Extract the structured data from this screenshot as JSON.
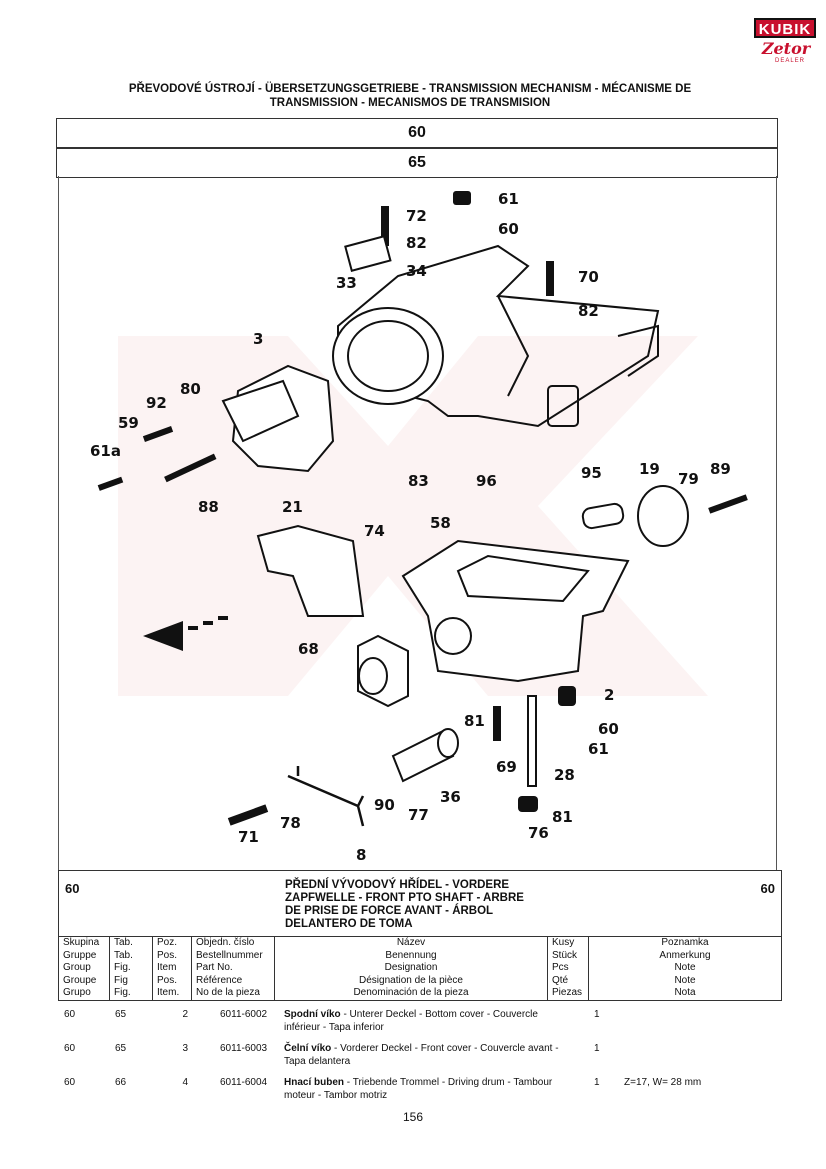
{
  "logo": {
    "brand": "KUBIK",
    "sub": "Zetor",
    "dealer": "DEALER"
  },
  "title_lines": [
    "PŘEVODOVÉ ÚSTROJÍ - ÜBERSETZUNGSGETRIEBE - TRANSMISSION MECHANISM - MÉCANISME DE",
    "TRANSMISSION - MECANISMOS DE TRANSMISION"
  ],
  "group_box": "60",
  "fig_box": "65",
  "diagram_labels": {
    "l72": "72",
    "l82a": "82",
    "l34": "34",
    "l33": "33",
    "l61a": "61",
    "l60a": "60",
    "l70": "70",
    "l82b": "82",
    "l3": "3",
    "l80": "80",
    "l92": "92",
    "l59": "59",
    "l61a2": "61a",
    "l88": "88",
    "l83": "83",
    "l96": "96",
    "l95": "95",
    "l19": "19",
    "l79": "79",
    "l89": "89",
    "l21": "21",
    "l74": "74",
    "l58": "58",
    "l68": "68",
    "l2": "2",
    "l81a": "81",
    "l69": "69",
    "l60b": "60",
    "l61b": "61",
    "l28": "28",
    "l90": "90",
    "l77": "77",
    "l36": "36",
    "l81b": "81",
    "l76": "76",
    "l71": "71",
    "l78": "78",
    "l8": "8"
  },
  "desc": {
    "group_left": "60",
    "group_right": "60",
    "lines": [
      "PŘEDNÍ VÝVODOVÝ HŘÍDEL - VORDERE",
      "ZAPFWELLE - FRONT PTO SHAFT - ARBRE",
      "DE PRISE DE FORCE AVANT - ÁRBOL",
      "DELANTERO DE TOMA"
    ]
  },
  "header": {
    "col1": [
      "Skupina",
      "Gruppe",
      "Group",
      "Groupe",
      "Grupo"
    ],
    "col2": [
      "Tab.",
      "Tab.",
      "Fig.",
      "Fig",
      "Fig."
    ],
    "col3": [
      "Poz.",
      "Pos.",
      "Item",
      "Pos.",
      "Item."
    ],
    "col4": [
      "Objedn. číslo",
      "Bestellnummer",
      "Part No.",
      "Référence",
      "No de la pieza"
    ],
    "col5": [
      "Název",
      "Benennung",
      "Designation",
      "Désignation de la pièce",
      "Denominación de la pieza"
    ],
    "col6": [
      "Kusy",
      "Stück",
      "Pcs",
      "Qté",
      "Piezas"
    ],
    "col7": [
      "Poznamka",
      "Anmerkung",
      "Note",
      "Note",
      "Nota"
    ]
  },
  "items": [
    {
      "group": "60",
      "tab": "65",
      "pos": "2",
      "part": "6011-6002",
      "name_bold": "Spodní víko",
      "name_rest": " - Unterer Deckel - Bottom cover - Couvercle inférieur - Tapa inferior",
      "qty": "1",
      "note": ""
    },
    {
      "group": "60",
      "tab": "65",
      "pos": "3",
      "part": "6011-6003",
      "name_bold": "Čelní víko",
      "name_rest": " - Vorderer Deckel - Front cover - Couvercle avant - Tapa delantera",
      "qty": "1",
      "note": ""
    },
    {
      "group": "60",
      "tab": "66",
      "pos": "4",
      "part": "6011-6004",
      "name_bold": "Hnací buben",
      "name_rest": " - Triebende Trommel - Driving drum - Tambour moteur - Tambor motriz",
      "qty": "1",
      "note": "Z=17, W= 28 mm"
    }
  ],
  "page_number": "156"
}
